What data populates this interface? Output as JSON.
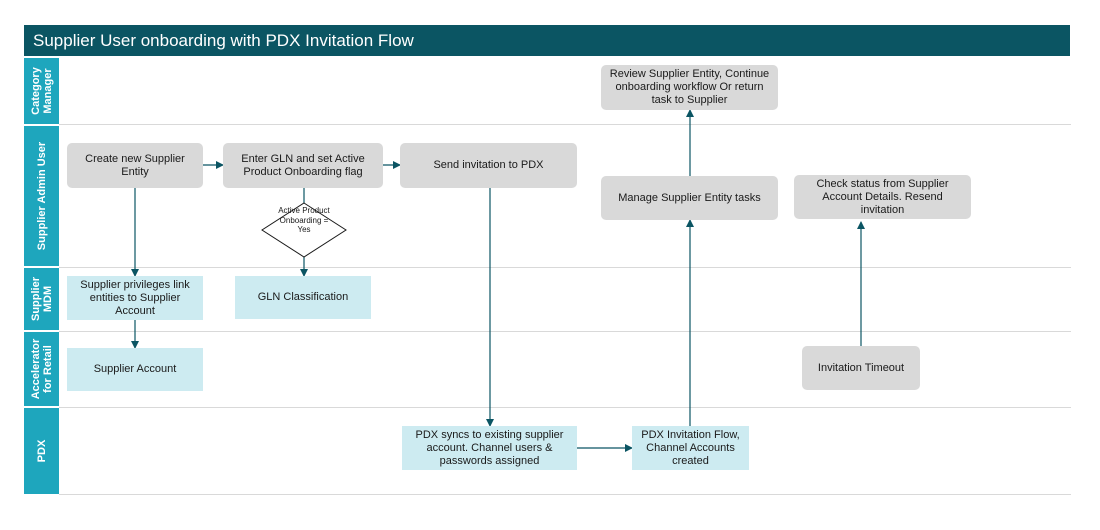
{
  "title": "Supplier User onboarding with PDX Invitation Flow",
  "lanes": {
    "category_manager": "Category Manager",
    "supplier_admin_user": "Supplier Admin User",
    "supplier_mdm": "Supplier MDM",
    "accelerator_for_retail": "Accelerator for Retail",
    "pdx": "PDX"
  },
  "nodes": {
    "review_supplier_entity": "Review Supplier Entity, Continue onboarding workflow Or return task to Supplier",
    "create_supplier_entity": "Create new Supplier Entity",
    "enter_gln": "Enter GLN and set Active Product Onboarding flag",
    "send_invitation": "Send invitation to PDX",
    "manage_tasks": "Manage Supplier Entity tasks",
    "check_status": "Check status from Supplier Account Details. Resend invitation",
    "active_onboarding_decision": "Active Product Onboarding = Yes",
    "supplier_privileges": "Supplier privileges link entities to Supplier Account",
    "gln_classification": "GLN Classification",
    "supplier_account": "Supplier Account",
    "invitation_timeout": "Invitation Timeout",
    "pdx_syncs": "PDX syncs to existing supplier account. Channel users & passwords assigned",
    "pdx_invitation_flow": "PDX Invitation Flow, Channel Accounts created"
  },
  "colors": {
    "title_bar": "#0b5563",
    "lane_label": "#1ea6bd",
    "grey_node": "#d9d9d9",
    "blue_node": "#cdebf1",
    "arrow": "#0b5563"
  }
}
